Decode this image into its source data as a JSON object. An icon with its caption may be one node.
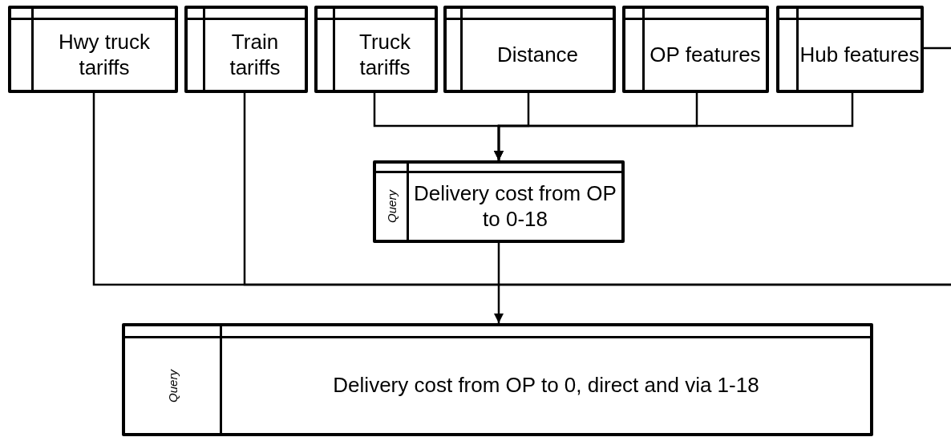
{
  "diagram": {
    "nodes": [
      {
        "text": [
          "Hwy truck tariffs"
        ]
      },
      {
        "text": [
          "Train tariffs"
        ]
      },
      {
        "text": [
          "Truck tariffs"
        ]
      },
      {
        "text": [
          "Distance"
        ]
      },
      {
        "text": [
          "OP features"
        ]
      },
      {
        "text": [
          "Hub features"
        ]
      },
      {
        "text": [
          "Query",
          "Delivery cost from OP to 0-18"
        ]
      },
      {
        "text": [
          "Query",
          "Delivery cost from OP to 0, direct and via 1-18"
        ]
      }
    ],
    "edges": [
      {
        "from": 0,
        "to": null,
        "arrow": "none"
      },
      {
        "from": 1,
        "to": null,
        "arrow": "none"
      },
      {
        "from": 5,
        "to": null,
        "arrow": "none"
      },
      {
        "from": 2,
        "to": 6,
        "arrow": "to"
      },
      {
        "from": 3,
        "to": 6,
        "arrow": "to"
      },
      {
        "from": 4,
        "to": 6,
        "arrow": "to"
      },
      {
        "from": 5,
        "to": 6,
        "arrow": "to"
      },
      {
        "from": 6,
        "to": 7,
        "arrow": "to"
      }
    ]
  }
}
